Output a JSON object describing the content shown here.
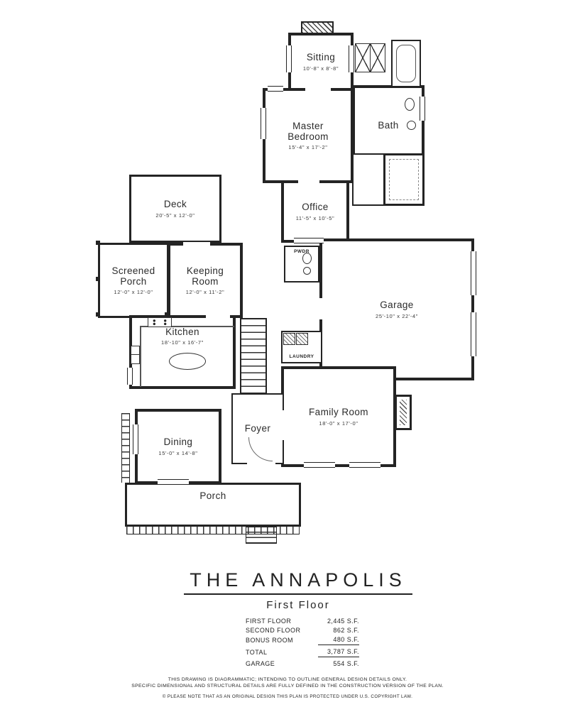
{
  "title": {
    "plan_name": "THE ANNAPOLIS",
    "floor_name": "First Floor"
  },
  "rooms": {
    "sitting": {
      "name": "Sitting",
      "dims": "10'-8\" x 8'-8\""
    },
    "master_bedroom": {
      "name": "Master Bedroom",
      "dims": "15'-4\" x 17'-2\""
    },
    "bath": {
      "name": "Bath"
    },
    "deck": {
      "name": "Deck",
      "dims": "20'-5\" x 12'-0\""
    },
    "office": {
      "name": "Office",
      "dims": "11'-5\" x 10'-5\""
    },
    "screened_porch": {
      "name": "Screened Porch",
      "dims": "12'-0\" x 12'-0\""
    },
    "keeping_room": {
      "name": "Keeping Room",
      "dims": "12'-0\" x 11'-2\""
    },
    "powder": {
      "name": "PWDR"
    },
    "garage": {
      "name": "Garage",
      "dims": "25'-10\" x 22'-4\""
    },
    "kitchen": {
      "name": "Kitchen",
      "dims": "18'-10\" x 16'-7\""
    },
    "laundry": {
      "name": "LAUNDRY"
    },
    "family_room": {
      "name": "Family Room",
      "dims": "18'-0\" x 17'-0\""
    },
    "foyer": {
      "name": "Foyer"
    },
    "dining": {
      "name": "Dining",
      "dims": "15'-0\" x 14'-8\""
    },
    "porch": {
      "name": "Porch"
    }
  },
  "area_schedule": {
    "rows": [
      {
        "label": "FIRST FLOOR",
        "value": "2,445 S.F."
      },
      {
        "label": "SECOND FLOOR",
        "value": "862 S.F."
      },
      {
        "label": "BONUS ROOM",
        "value": "480 S.F."
      },
      {
        "label": "TOTAL",
        "value": "3,787 S.F."
      },
      {
        "label": "GARAGE",
        "value": "554 S.F."
      }
    ]
  },
  "footer": {
    "line1": "THIS DRAWING IS DIAGRAMMATIC; INTENDING TO OUTLINE GENERAL DESIGN DETAILS ONLY.",
    "line2": "SPECIFIC DIMENSIONAL AND STRUCTURAL DETAILS ARE FULLY DEFINED IN THE CONSTRUCTION VERSION OF THE PLAN.",
    "line3": "© PLEASE NOTE THAT AS AN ORIGINAL DESIGN THIS PLAN IS PROTECTED UNDER U.S. COPYRIGHT LAW."
  },
  "colors": {
    "ink": "#232323",
    "paper": "#ffffff"
  }
}
